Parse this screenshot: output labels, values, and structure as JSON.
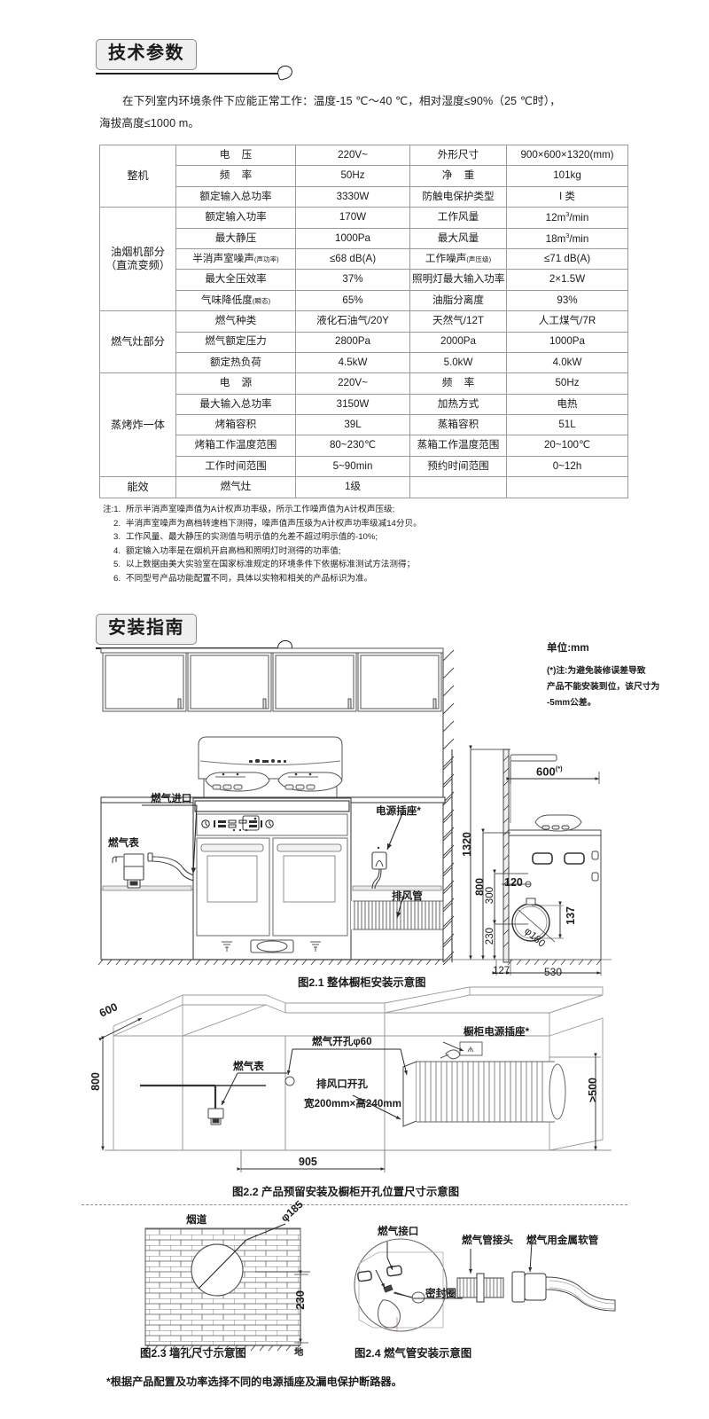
{
  "sections": {
    "spec_heading": "技术参数",
    "install_heading": "安装指南"
  },
  "intro": {
    "line1": "在下列室内环境条件下应能正常工作：温度-15 ℃～40 ℃，相对湿度≤90%（25 ℃时），",
    "line2": "海拔高度≤1000 m。"
  },
  "spec_table": {
    "groups": [
      {
        "name": "整机",
        "rows": [
          {
            "c1": "电  压",
            "c2": "220V~",
            "c3": "外形尺寸",
            "c4": "900×600×1320(mm)"
          },
          {
            "c1": "频  率",
            "c2": "50Hz",
            "c3": "净  重",
            "c4": "101kg"
          },
          {
            "c1": "额定输入总功率",
            "c2": "3330W",
            "c3": "防触电保护类型",
            "c4": "I 类"
          }
        ]
      },
      {
        "name": "油烟机部分\n（直流变频）",
        "name_l1": "油烟机部分",
        "name_l2": "（直流变频）",
        "rows": [
          {
            "c1": "额定输入功率",
            "c2": "170W",
            "c3": "工作风量",
            "c4": "12m³/min"
          },
          {
            "c1": "最大静压",
            "c2": "1000Pa",
            "c3": "最大风量",
            "c4": "18m³/min"
          },
          {
            "c1": "半消声室噪声(声功率)",
            "c2": "≤68  dB(A)",
            "c3": "工作噪声(声压级)",
            "c4": "≤71  dB(A)"
          },
          {
            "c1": "最大全压效率",
            "c2": "37%",
            "c3": "照明灯最大输入功率",
            "c4": "2×1.5W"
          },
          {
            "c1": "气味降低度(瞬态)",
            "c2": "65%",
            "c3": "油脂分离度",
            "c4": "93%"
          }
        ]
      },
      {
        "name": "燃气灶部分",
        "rows": [
          {
            "c1": "燃气种类",
            "c2": "液化石油气/20Y",
            "c3": "天然气/12T",
            "c4": "人工煤气/7R"
          },
          {
            "c1": "燃气额定压力",
            "c2": "2800Pa",
            "c3": "2000Pa",
            "c4": "1000Pa"
          },
          {
            "c1": "额定热负荷",
            "c2": "4.5kW",
            "c3": "5.0kW",
            "c4": "4.0kW"
          }
        ]
      },
      {
        "name": "蒸烤炸一体",
        "rows": [
          {
            "c1": "电  源",
            "c2": "220V~",
            "c3": "频  率",
            "c4": "50Hz"
          },
          {
            "c1": "最大输入总功率",
            "c2": "3150W",
            "c3": "加热方式",
            "c4": "电热"
          },
          {
            "c1": "烤箱容积",
            "c2": "39L",
            "c3": "蒸箱容积",
            "c4": "51L"
          },
          {
            "c1": "烤箱工作温度范围",
            "c2": "80~230℃",
            "c3": "蒸箱工作温度范围",
            "c4": "20~100℃"
          },
          {
            "c1": "工作时间范围",
            "c2": "5~90min",
            "c3": "预约时间范围",
            "c4": "0~12h"
          }
        ]
      },
      {
        "name": "能效",
        "rows": [
          {
            "c1": "燃气灶",
            "c2": "1级",
            "c3": "",
            "c4": ""
          }
        ]
      }
    ]
  },
  "notes": {
    "prefix": "注:",
    "items": [
      {
        "n": "1.",
        "t": "所示半消声室噪声值为A计权声功率级，所示工作噪声值为A计权声压级;"
      },
      {
        "n": "2.",
        "t": "半消声室噪声为高档转速档下测得，噪声值声压级为A计权声功率级减14分贝。"
      },
      {
        "n": "3.",
        "t": "工作风量、最大静压的实测值与明示值的允差不超过明示值的-10%;"
      },
      {
        "n": "4.",
        "t": "额定输入功率是在烟机开启高档和照明灯时测得的功率值;"
      },
      {
        "n": "5.",
        "t": "以上数据由美大实验室在国家标准规定的环境条件下依据标准测试方法测得；"
      },
      {
        "n": "6.",
        "t": "不同型号产品功能配置不同，具体以实物和相关的产品标识为准。"
      }
    ]
  },
  "install": {
    "unit_label": "单位:mm",
    "tolerance_note": {
      "l1": "(*)注:为避免装修误差导致",
      "l2": "产品不能安装到位，该尺寸为",
      "l3": "-5mm公差。"
    },
    "fig21": {
      "caption": "图2.1 整体橱柜安装示意图",
      "labels": {
        "gas_inlet": "燃气进口",
        "gas_meter": "燃气表",
        "power_socket": "电源插座*",
        "exhaust_pipe": "排风管"
      },
      "dims": {
        "d600": "600",
        "d600_sup": "(*)",
        "d1320": "1320",
        "d800": "800",
        "d300": "300",
        "d230": "230",
        "d120": "120",
        "d137": "137",
        "d180": "φ180",
        "d127": "127",
        "d530": "530"
      }
    },
    "fig22": {
      "caption": "图2.2 产品预留安装及橱柜开孔位置尺寸示意图",
      "labels": {
        "gas_meter": "燃气表",
        "gas_hole": "燃气开孔φ60",
        "vent_hole_l1": "排风口开孔",
        "vent_hole_l2": "宽200mm×高240mm",
        "cabinet_socket": "橱柜电源插座*"
      },
      "dims": {
        "d600": "600",
        "d800": "800",
        "d905": "905",
        "d500": ">500"
      }
    },
    "fig23": {
      "caption": "图2.3 墙孔尺寸示意图",
      "labels": {
        "flue": "烟道",
        "ground": "地"
      },
      "dims": {
        "d185": "φ185",
        "d230": "230"
      }
    },
    "fig24": {
      "caption": "图2.4 燃气管安装示意图",
      "labels": {
        "gas_port": "燃气接口",
        "seal_ring": "密封圈",
        "pipe_joint": "燃气管接头",
        "metal_hose": "燃气用金属软管"
      }
    },
    "footer_note": "*根据产品配置及功率选择不同的电源插座及漏电保护断路器。"
  }
}
